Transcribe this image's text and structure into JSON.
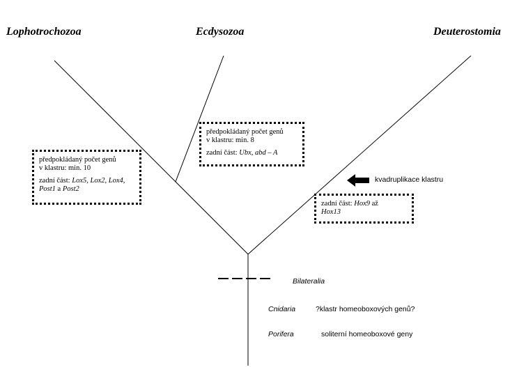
{
  "clades": {
    "lophotrochozoa": "Lophotrochozoa",
    "ecdysozoa": "Ecdysozoa",
    "deuterostomia": "Deuterostomia"
  },
  "boxes": {
    "lophotrochozoa": {
      "line1": "předpokládaný počet genů",
      "line2": "v klastru: min. 10",
      "posterior_prefix": "zadní část: ",
      "genes": [
        "Lox5",
        "Lox2",
        "Lox4",
        "Post1",
        "Post2"
      ],
      "sep1": ", ",
      "sep2": " a "
    },
    "ecdysozoa": {
      "line1": "předpokládaný počet genů",
      "line2": "v klastru: min. 8",
      "posterior_prefix": "zadní část: ",
      "genes": [
        "Ubx",
        "abd – A"
      ],
      "sep1": ", "
    },
    "deuterostomia": {
      "posterior_prefix": "zadní část: ",
      "gene_from": "Hox9",
      "range_word": " až ",
      "gene_to": "Hox13"
    }
  },
  "arrow_label": "kvadruplikace klastru",
  "bilateralia": "Bilateralia",
  "cnidaria": {
    "taxon": "Cnidaria",
    "note": "?klastr homeoboxových genů?"
  },
  "porifera": {
    "taxon": "Porifera",
    "note": "soliterní homeoboxové geny"
  }
}
